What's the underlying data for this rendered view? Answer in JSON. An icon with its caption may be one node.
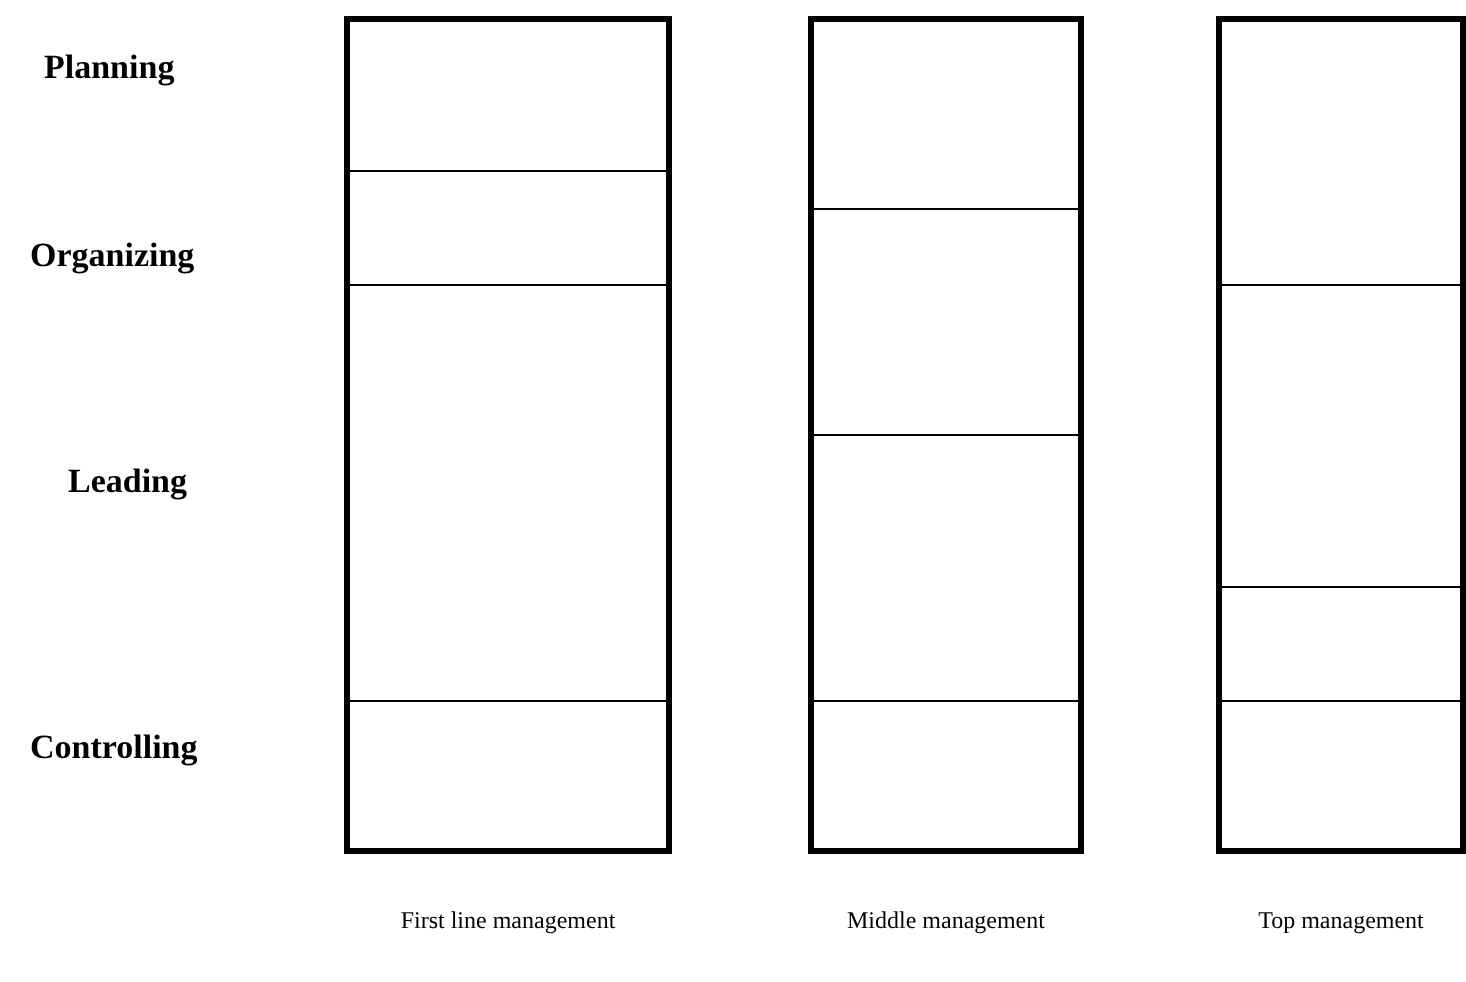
{
  "diagram": {
    "nodes": [
      {
        "text": [],
        "shape": "bar",
        "beside": [
          "First line management"
        ]
      },
      {
        "text": [],
        "shape": "box",
        "in": 0
      },
      {
        "text": [],
        "shape": "box",
        "in": 0
      },
      {
        "text": [],
        "shape": "box",
        "in": 0
      },
      {
        "text": [],
        "shape": "box",
        "in": 0
      },
      {
        "text": [],
        "shape": "bar",
        "beside": [
          "Middle management"
        ]
      },
      {
        "text": [],
        "shape": "box",
        "in": 5
      },
      {
        "text": [],
        "shape": "box",
        "in": 5
      },
      {
        "text": [],
        "shape": "box",
        "in": 5
      },
      {
        "text": [],
        "shape": "box",
        "in": 5
      },
      {
        "text": [],
        "shape": "bar",
        "beside": [
          "Top management"
        ]
      },
      {
        "text": [],
        "shape": "box",
        "in": 10
      },
      {
        "text": [],
        "shape": "box",
        "in": 10
      },
      {
        "text": [],
        "shape": "box",
        "in": 10
      },
      {
        "text": [],
        "shape": "box",
        "in": 10
      }
    ],
    "edges": [],
    "labels": [
      "Planning",
      "Organizing",
      "Leading",
      "Controlling"
    ]
  }
}
